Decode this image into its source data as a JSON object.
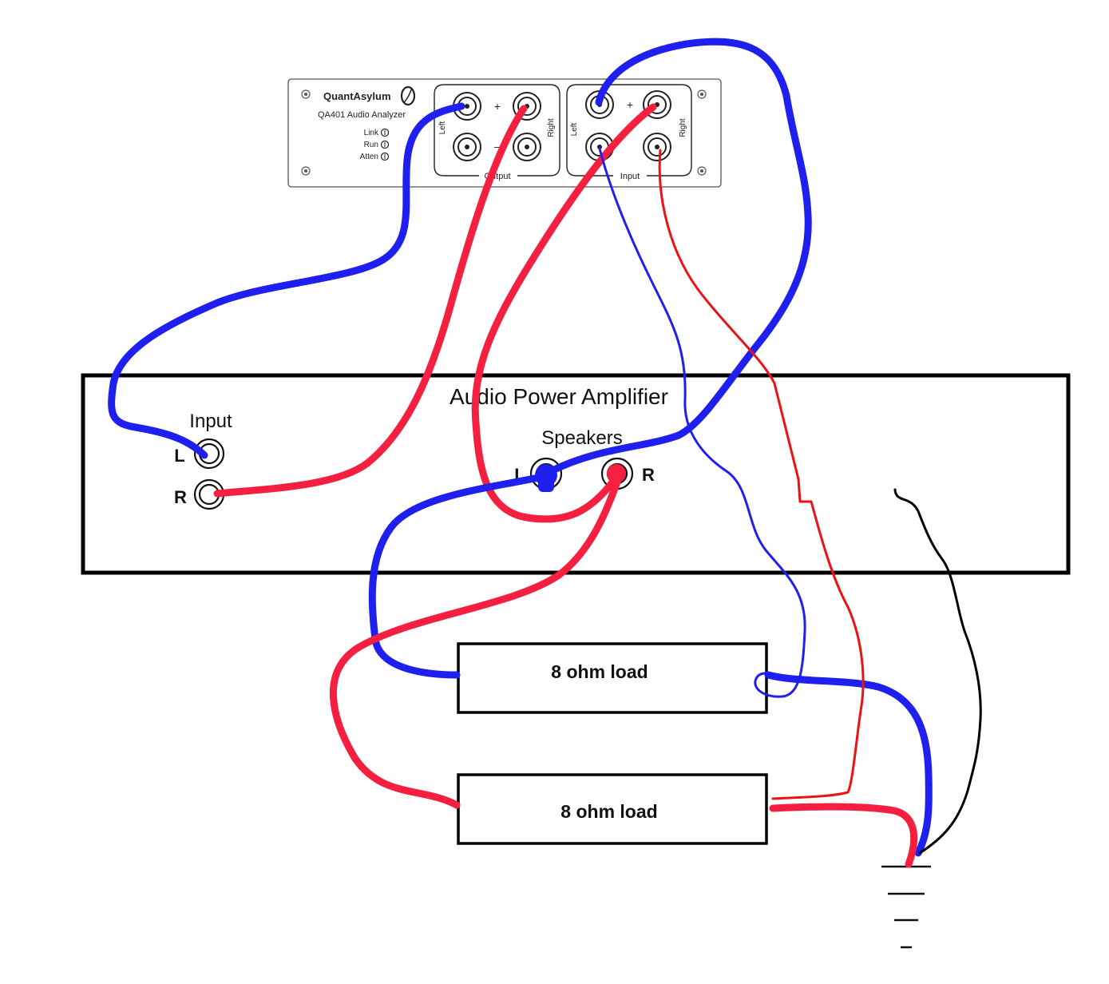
{
  "analyzer": {
    "brand": "QuantAsylum",
    "model": "QA401 Audio Analyzer",
    "indicators": [
      "Link",
      "Run",
      "Atten"
    ],
    "output_panel": {
      "label": "Output",
      "left": "Left",
      "right": "Right",
      "plus": "+",
      "minus": "–"
    },
    "input_panel": {
      "label": "Input",
      "left": "Left",
      "right": "Right",
      "plus": "+"
    }
  },
  "amplifier": {
    "title": "Audio Power Amplifier",
    "input_label": "Input",
    "input_left": "L",
    "input_right": "R",
    "speakers_label": "Speakers",
    "speakers_left": "L",
    "speakers_right": "R"
  },
  "loads": [
    {
      "label": "8 ohm load"
    },
    {
      "label": "8 ohm load"
    }
  ],
  "colors": {
    "blue_wire": "#1f1ff0",
    "red_wire": "#f5203f",
    "thin_red": "#ee1111",
    "ground_wire": "#000000"
  }
}
